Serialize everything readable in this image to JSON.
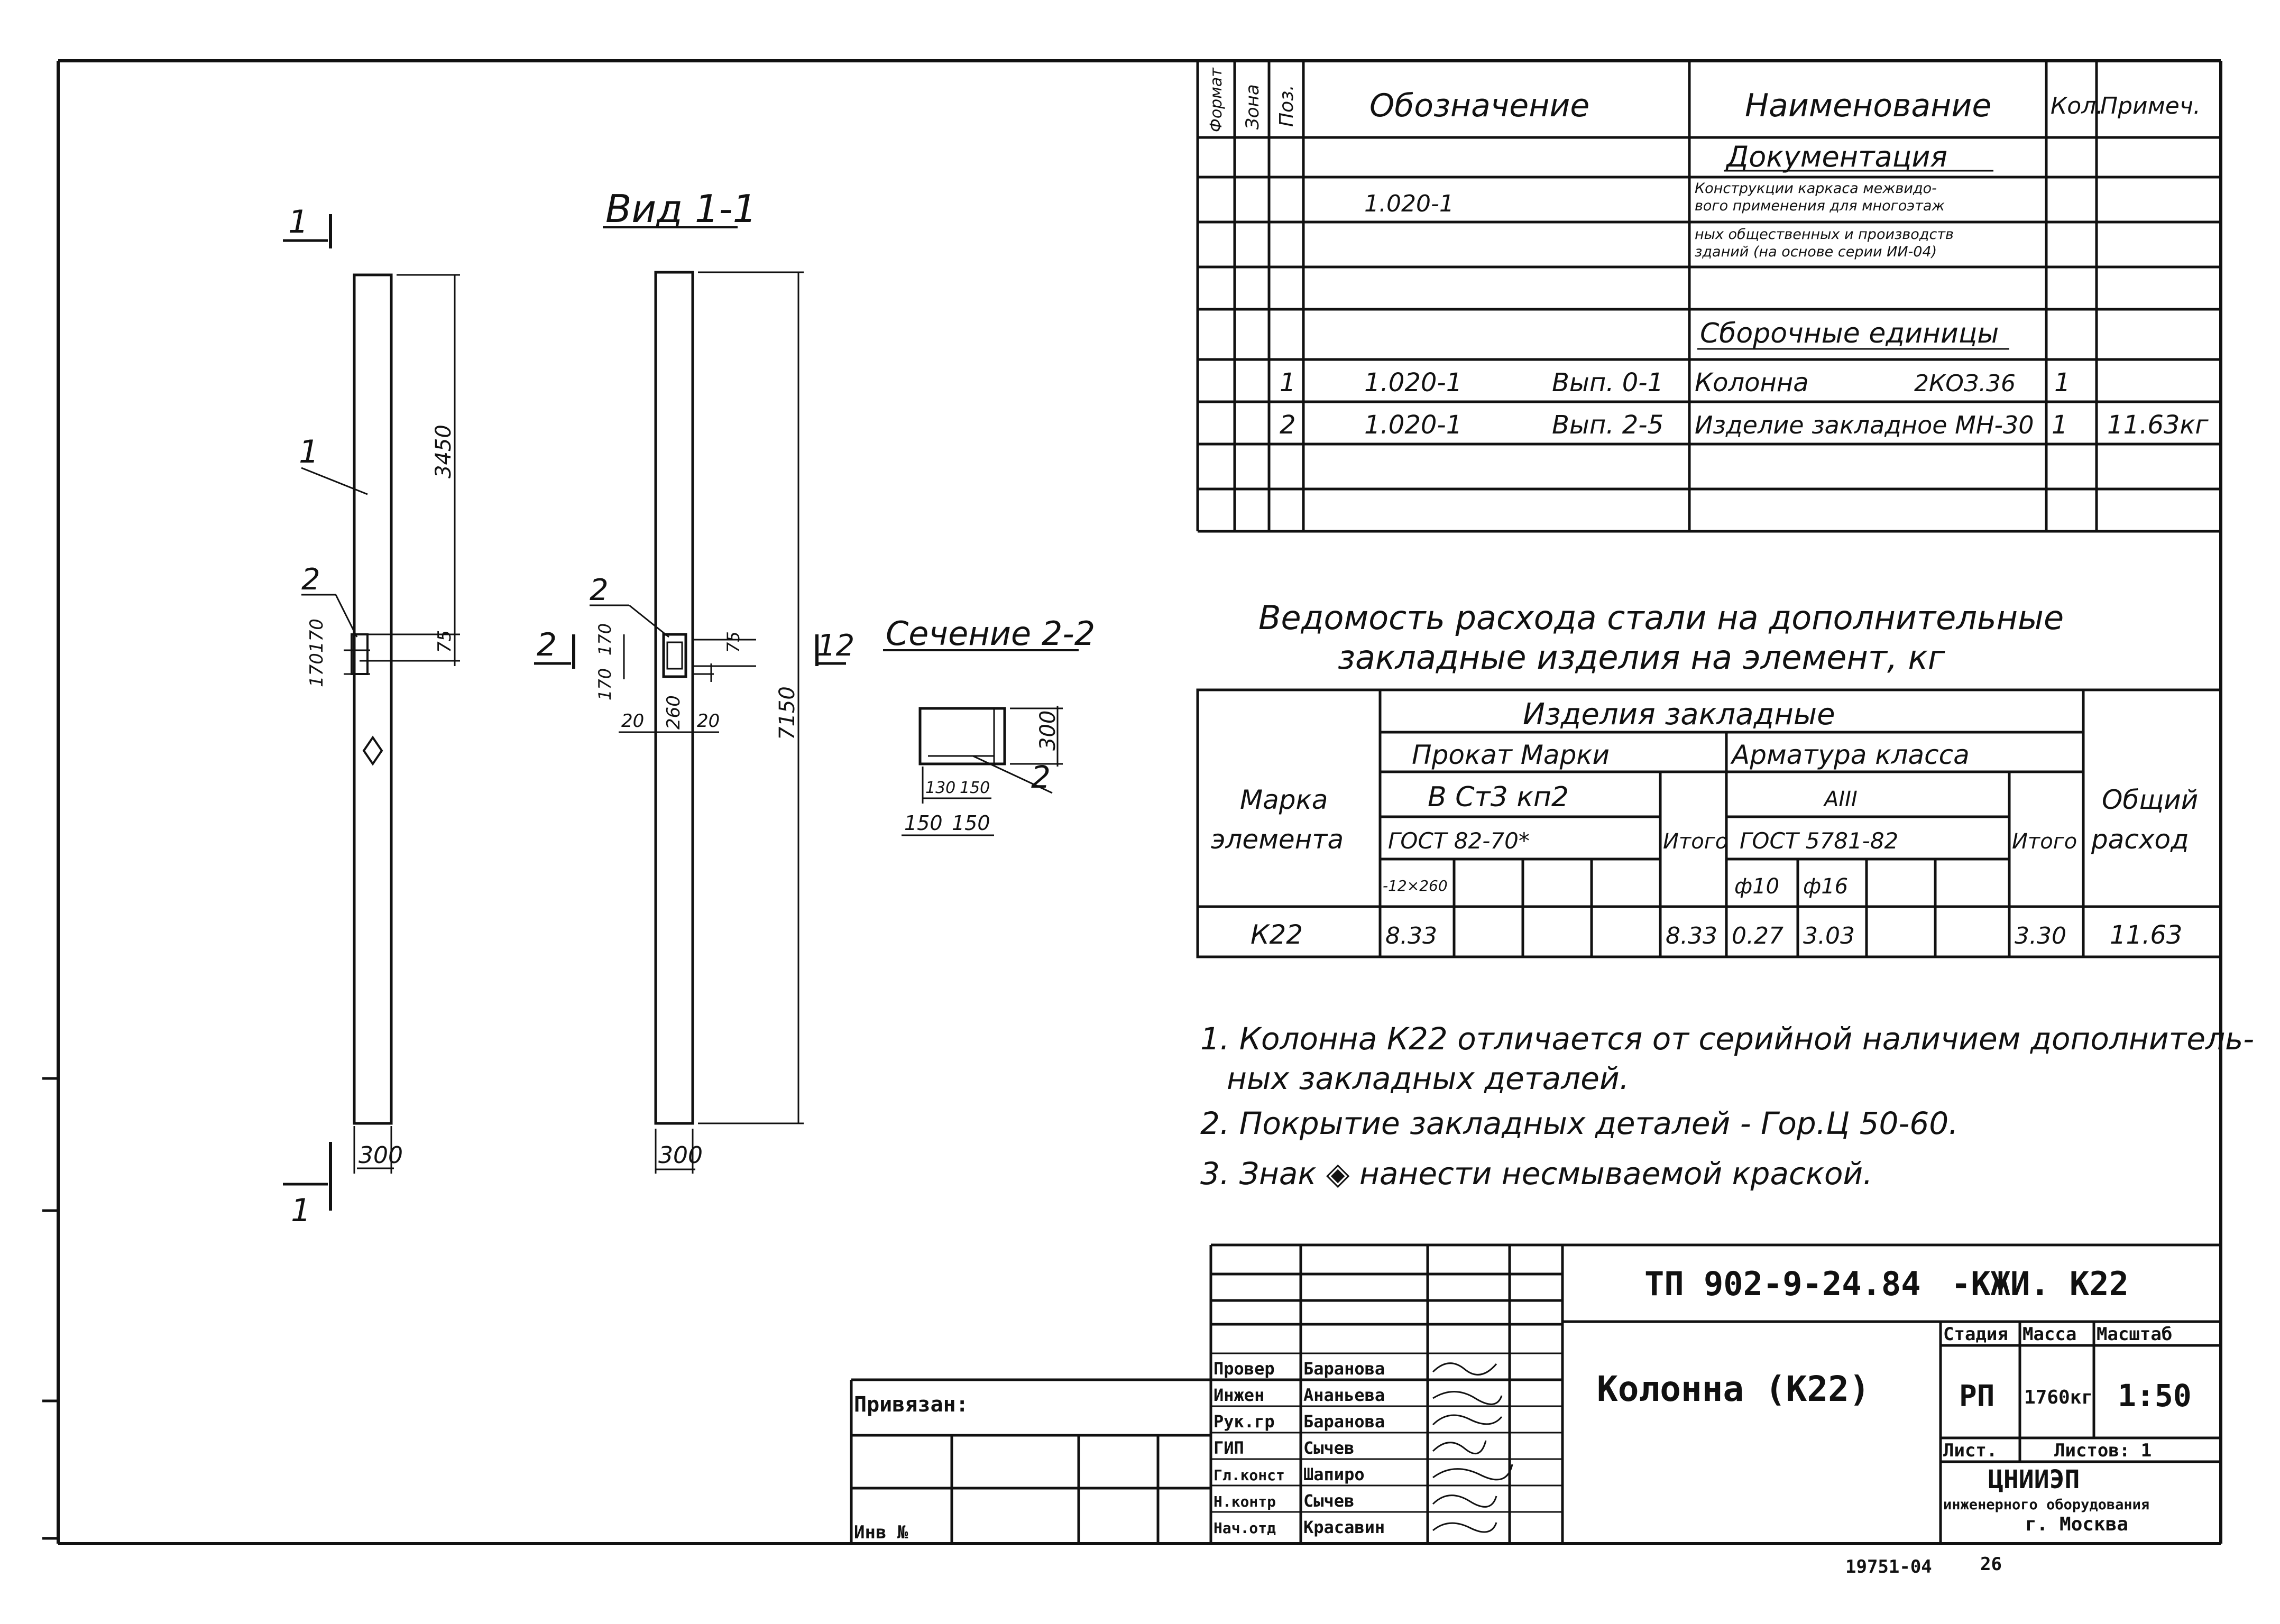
{
  "views": {
    "view_title": "Вид 1-1",
    "section_title": "Сечение 2-2",
    "cut1": "1",
    "cut2": "2",
    "pos1": "1",
    "pos2": "2",
    "dim_3450": "3450",
    "dim_75": "75",
    "dim_170a": "170",
    "dim_170b": "170",
    "dim_7150": "7150",
    "dim_12": "12",
    "dim_300": "300",
    "dim_20a": "20",
    "dim_20b": "20",
    "dim_260": "260",
    "sec_300": "300",
    "sec_130": "130",
    "sec_150a": "150",
    "sec_150b": "150"
  },
  "spec_table": {
    "headers": {
      "format": "Формат",
      "zone": "Зона",
      "pos": "Поз.",
      "designation": "Обозначение",
      "name": "Наименование",
      "qty": "Кол.",
      "note": "Примеч."
    },
    "section_docs": "Документация",
    "doc_designation": "1.020-1",
    "doc_name_lines": [
      "Конструкции каркаса межвидо-",
      "вого применения для многоэтаж",
      "ных общественных и производств",
      "зданий (на основе серии ИИ-04)"
    ],
    "section_units": "Сборочные единицы",
    "rows": [
      {
        "pos": "1",
        "designation": "1.020-1",
        "issue": "Вып. 0-1",
        "name": "Колонна",
        "mark": "2КОЗ.36",
        "qty": "1",
        "note": ""
      },
      {
        "pos": "2",
        "designation": "1.020-1",
        "issue": "Вып. 2-5",
        "name": "Изделие закладное МН-30",
        "mark": "",
        "qty": "1",
        "note": "11.63кг"
      }
    ]
  },
  "steel_title_line1": "Ведомость расхода стали на дополнительные",
  "steel_title_line2": "закладные изделия на элемент, кг",
  "steel_table": {
    "mark_header_1": "Марка",
    "mark_header_2": "элемента",
    "group": "Изделия закладные",
    "rolled": "Прокат Марки",
    "rolled_grade": "В Ст3 кп2",
    "rolled_gost": "ГОСТ 82-70*",
    "rolled_col": "-12×260",
    "rebar": "Арматура класса",
    "rebar_class": "АIII",
    "rebar_gost": "ГОСТ 5781-82",
    "rebar_col1": "ф10",
    "rebar_col2": "ф16",
    "total": "Итого",
    "grand_1": "Общий",
    "grand_2": "расход",
    "row": {
      "mark": "К22",
      "rolled": "8.33",
      "rolled_total": "8.33",
      "d10": "0.27",
      "d16": "3.03",
      "rebar_total": "3.30",
      "grand": "11.63"
    }
  },
  "notes": [
    "1. Колонна К22 отличается от серийной наличием дополнитель-",
    "ных закладных деталей.",
    "2. Покрытие закладных деталей - Гор.Ц 50-60.",
    "3. Знак ◈ нанести несмываемой краской."
  ],
  "title_block": {
    "code": "ТП 902-9-24.84",
    "suffix": "-КЖИ. К22",
    "name": "Колонна (К22)",
    "stage_label": "Стадия",
    "mass_label": "Масса",
    "scale_label": "Масштаб",
    "stage": "РП",
    "mass": "1760кг",
    "scale": "1:50",
    "sheet_label": "Лист.",
    "sheets_label": "Листов: 1",
    "org1": "ЦНИИЭП",
    "org2": "инженерного оборудования",
    "org3": "г. Москва",
    "bound_label": "Привязан:",
    "inv_label": "Инв №",
    "roles": [
      {
        "role": "Провер",
        "name": "Баранова"
      },
      {
        "role": "Инжен",
        "name": "Ананьева"
      },
      {
        "role": "Рук.гр",
        "name": "Баранова"
      },
      {
        "role": "ГИП",
        "name": "Сычев"
      },
      {
        "role": "Гл.конст",
        "name": "Шапиро"
      },
      {
        "role": "Н.контр",
        "name": "Сычев"
      },
      {
        "role": "Нач.отд",
        "name": "Красавин"
      }
    ],
    "footer_code": "19751-04",
    "footer_page": "26"
  }
}
